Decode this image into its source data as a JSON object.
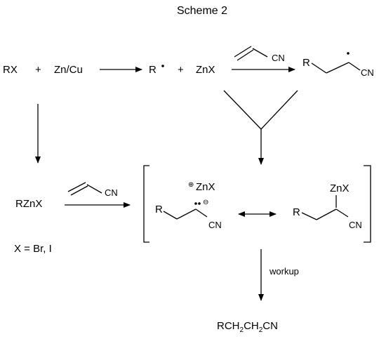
{
  "title": "Scheme 2",
  "row1": {
    "rx": "RX",
    "plus1": "+",
    "zncu": "Zn/Cu",
    "radical_r": "R",
    "plus2": "+",
    "znx": "ZnX",
    "acrylo_cn": "CN",
    "product_r": "R",
    "product_cn": "CN"
  },
  "row2": {
    "rznx": "RZnX",
    "acrylo_cn": "CN",
    "halide_note": "X = Br, I"
  },
  "bracket": {
    "left_plus": "⊕",
    "left_znx": "ZnX",
    "left_r": "R",
    "left_minus": "⊖",
    "left_cn": "CN",
    "right_znx": "ZnX",
    "right_r": "R",
    "right_cn": "CN"
  },
  "workup_label": "workup",
  "final": {
    "part1": "RCH",
    "sub1": "2",
    "part2": "CH",
    "sub2": "2",
    "part3": "CN"
  }
}
